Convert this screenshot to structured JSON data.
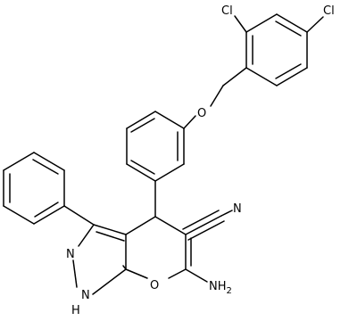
{
  "atoms": {
    "cl1": "Cl",
    "cl2": "Cl",
    "o_ether": "O",
    "n_nitrile": "N",
    "n_ring": "N",
    "nh_ring": "N",
    "h_ring": "H",
    "o_pyran": "O",
    "nh2_n": "NH",
    "nh2_sub": "2"
  },
  "colors": {
    "bond": "#000000",
    "text": "#000000"
  }
}
